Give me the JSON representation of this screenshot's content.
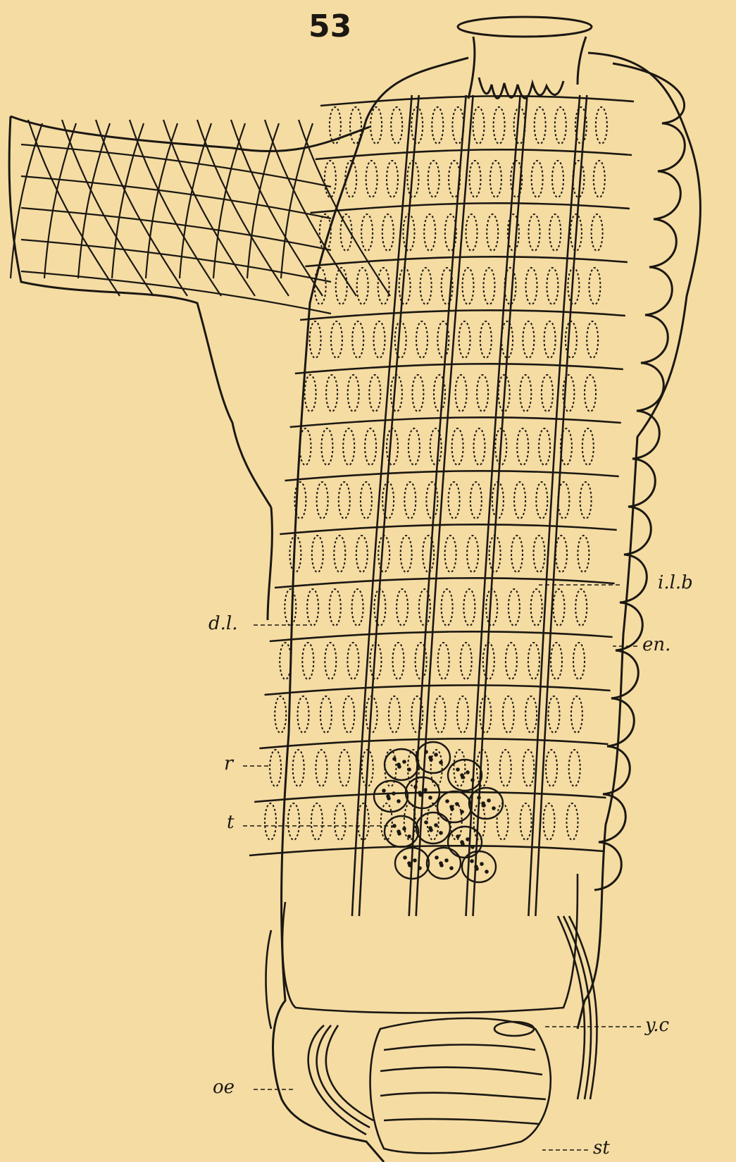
{
  "figure": {
    "number": "53",
    "ink_color": "#1b1812",
    "paper_color": "#f5dca3",
    "labels": {
      "ilb": "i.l.b",
      "dl": "d.l.",
      "en": "en.",
      "r": "r",
      "t": "t",
      "yc": "y.c",
      "oe": "oe",
      "st": "st"
    }
  }
}
